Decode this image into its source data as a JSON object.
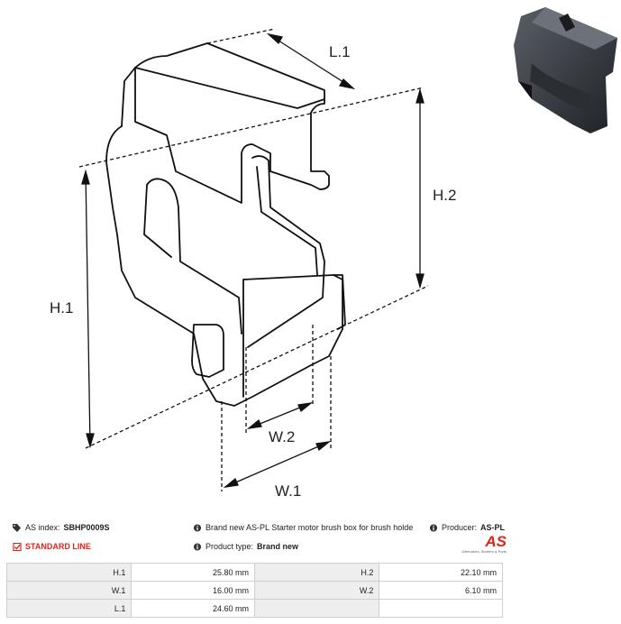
{
  "drawing": {
    "dimension_labels": {
      "l1": "L.1",
      "h1": "H.1",
      "h2": "H.2",
      "w1": "W.1",
      "w2": "W.2"
    }
  },
  "info": {
    "as_index_label": "AS index:",
    "as_index_value": "SBHP0009S",
    "description": "Brand new AS-PL Starter motor brush box for brush holde",
    "producer_label": "Producer:",
    "producer_value": "AS-PL",
    "standard_line": "STANDARD LINE",
    "product_type_label": "Product type:",
    "product_type_value": "Brand new"
  },
  "logo": {
    "text": "AS",
    "tagline": "Alternators, Starters & Parts",
    "color": "#e2231a"
  },
  "specs": {
    "rows": [
      {
        "l1": "H.1",
        "v1": "25.80 mm",
        "l2": "H.2",
        "v2": "22.10 mm"
      },
      {
        "l1": "W.1",
        "v1": "16.00 mm",
        "l2": "W.2",
        "v2": "6.10 mm"
      },
      {
        "l1": "L.1",
        "v1": "24.60 mm",
        "l2": "",
        "v2": ""
      }
    ]
  }
}
